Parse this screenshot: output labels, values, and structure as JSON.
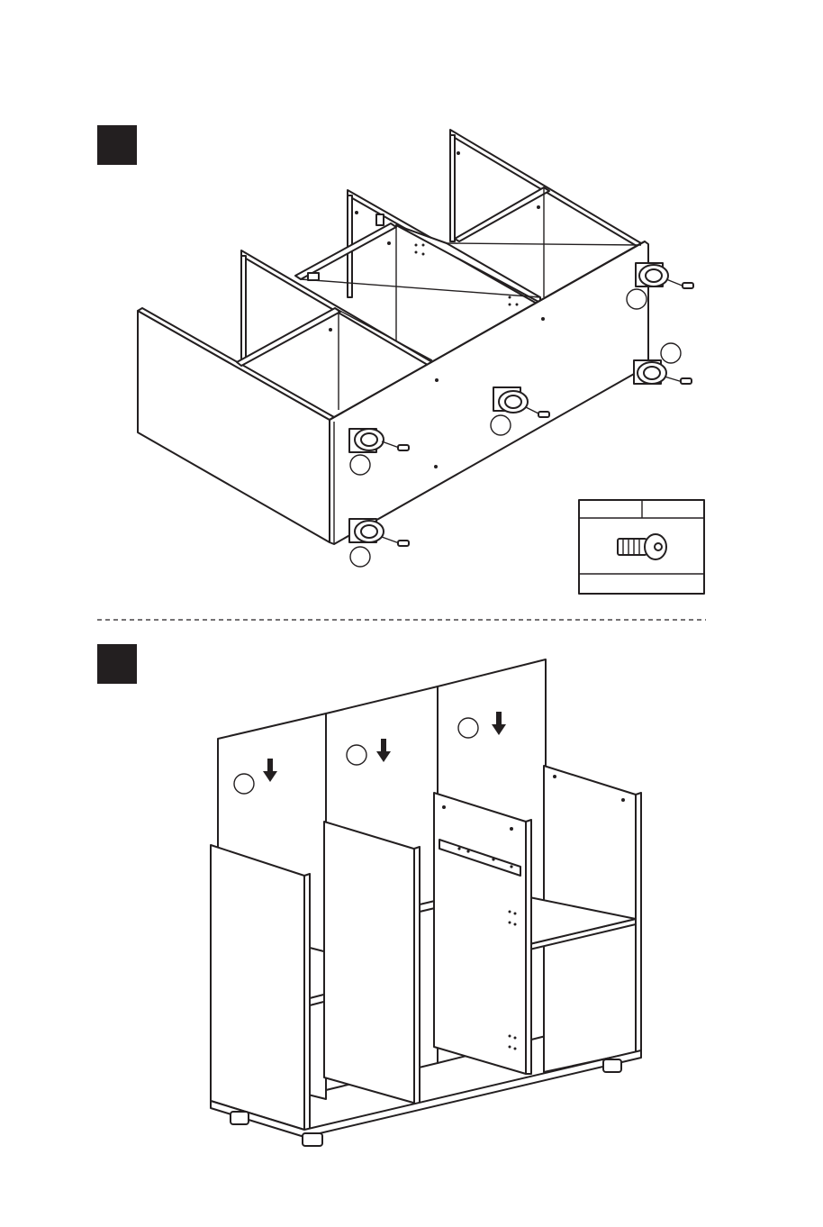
{
  "steps": [
    {
      "id": "step-1",
      "label": ""
    },
    {
      "id": "step-2",
      "label": ""
    }
  ],
  "hardware_table": {
    "header_left": "",
    "header_right": "",
    "footer": ""
  },
  "colors": {
    "ink": "#231f20",
    "paper": "#ffffff",
    "step_box": "#231f20"
  },
  "icons": [
    "step-badge-icon",
    "cabinet-drawing",
    "leg-foot-icon",
    "screw-icon",
    "arrow-down-icon",
    "drawer-slide-icon"
  ]
}
